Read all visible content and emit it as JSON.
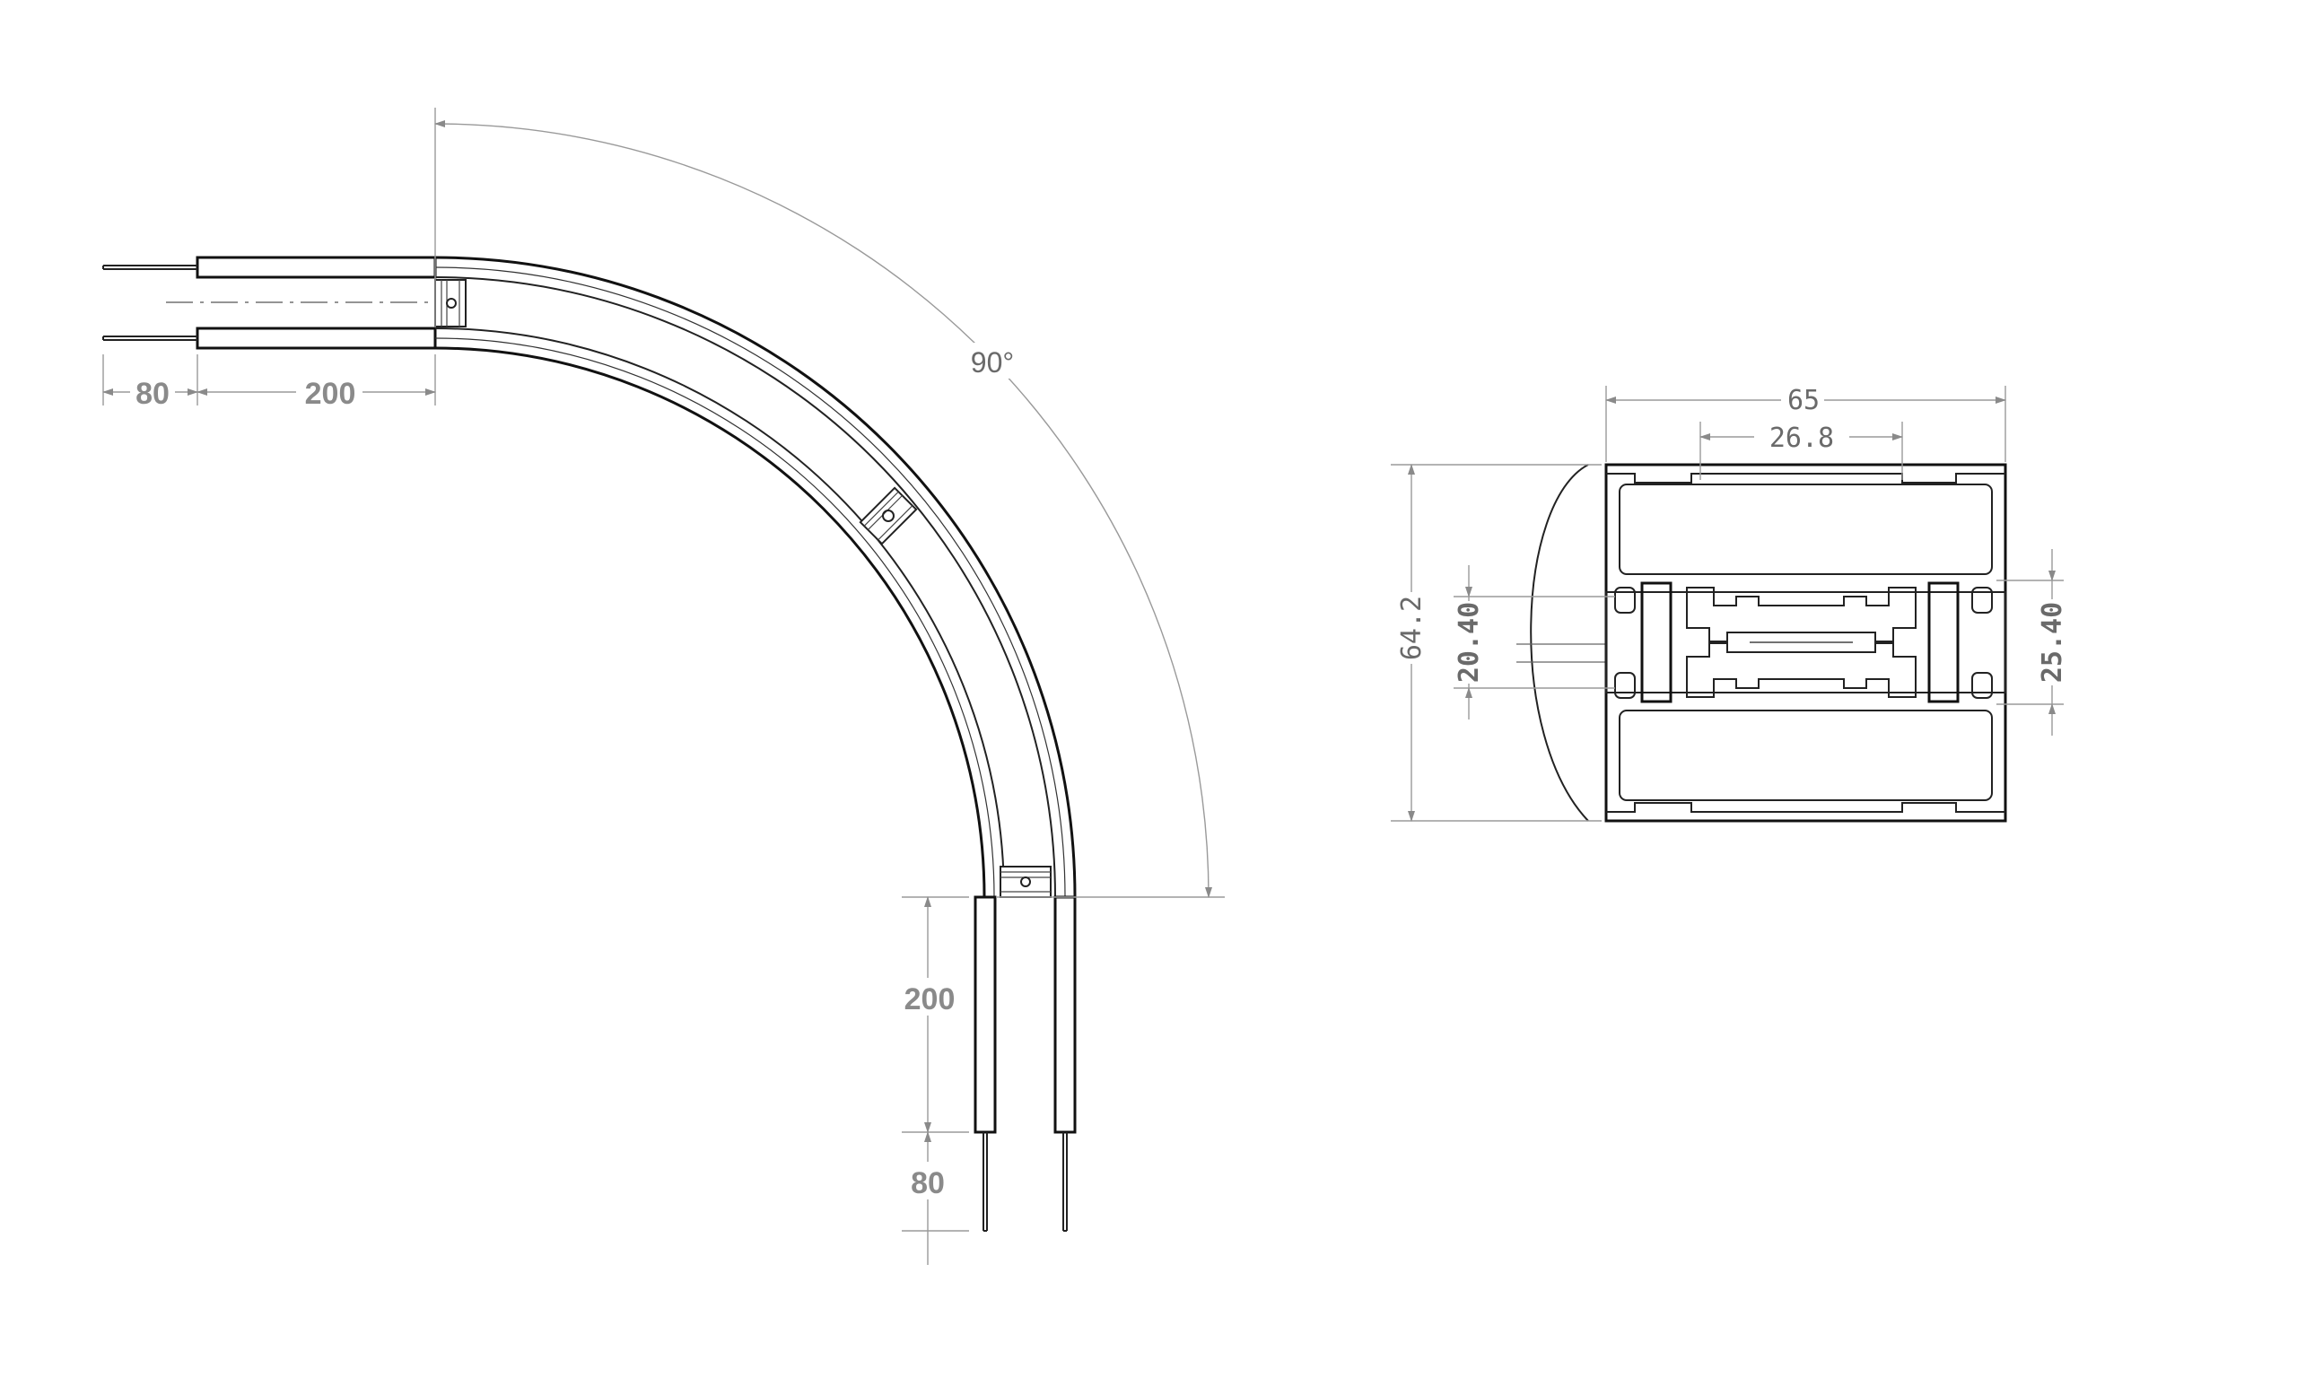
{
  "left_view": {
    "angle_label": "90°",
    "dim_lead_top": "80",
    "dim_straight_top": "200",
    "dim_straight_bottom": "200",
    "dim_lead_bottom": "80"
  },
  "section_view": {
    "dim_width": "65",
    "dim_inner_width": "26.8",
    "dim_height": "64.2",
    "dim_slot_left": "20.40",
    "dim_slot_right": "25.40"
  },
  "colors": {
    "line": "#111111",
    "dimension": "#8a8a8a",
    "background": "#ffffff"
  }
}
